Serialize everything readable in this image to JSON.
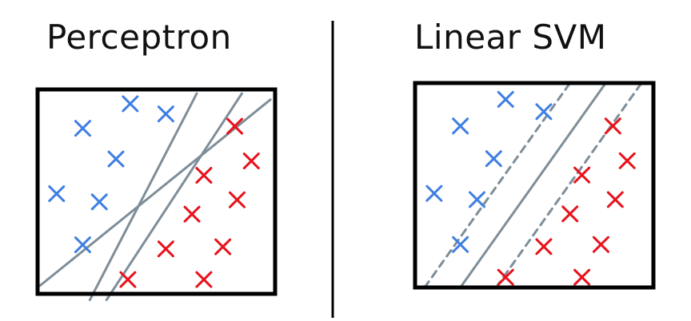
{
  "titles": {
    "left": "Perceptron",
    "right": "Linear SVM"
  },
  "colors": {
    "class_a": "#3f7fe3",
    "class_b": "#e8121c",
    "boundary": "#7e8e99",
    "frame": "#000000",
    "divider": "#000000"
  },
  "perceptron": {
    "class_a_points": [
      [
        0.39,
        0.07
      ],
      [
        0.54,
        0.12
      ],
      [
        0.19,
        0.19
      ],
      [
        0.33,
        0.34
      ],
      [
        0.08,
        0.51
      ],
      [
        0.26,
        0.55
      ],
      [
        0.19,
        0.76
      ]
    ],
    "class_b_points": [
      [
        0.83,
        0.18
      ],
      [
        0.9,
        0.35
      ],
      [
        0.7,
        0.42
      ],
      [
        0.84,
        0.54
      ],
      [
        0.65,
        0.61
      ],
      [
        0.54,
        0.78
      ],
      [
        0.78,
        0.77
      ],
      [
        0.38,
        0.93
      ],
      [
        0.7,
        0.93
      ]
    ],
    "lines": [
      [
        [
          0.22,
          1.03
        ],
        [
          0.67,
          0.02
        ]
      ],
      [
        [
          0.29,
          1.03
        ],
        [
          0.86,
          0.02
        ]
      ],
      [
        [
          0.01,
          0.96
        ],
        [
          0.98,
          0.05
        ]
      ]
    ]
  },
  "svm": {
    "class_a_points": [
      [
        0.38,
        0.08
      ],
      [
        0.54,
        0.14
      ],
      [
        0.19,
        0.21
      ],
      [
        0.33,
        0.37
      ],
      [
        0.08,
        0.54
      ],
      [
        0.26,
        0.57
      ],
      [
        0.19,
        0.79
      ]
    ],
    "class_b_points": [
      [
        0.83,
        0.21
      ],
      [
        0.89,
        0.38
      ],
      [
        0.7,
        0.45
      ],
      [
        0.84,
        0.57
      ],
      [
        0.65,
        0.64
      ],
      [
        0.54,
        0.8
      ],
      [
        0.78,
        0.79
      ],
      [
        0.38,
        0.95
      ],
      [
        0.7,
        0.95
      ]
    ],
    "center_line": [
      [
        0.19,
        1.0
      ],
      [
        0.8,
        0.0
      ]
    ],
    "margin_lines": [
      [
        [
          0.04,
          1.0
        ],
        [
          0.65,
          0.0
        ]
      ],
      [
        [
          0.34,
          1.0
        ],
        [
          0.95,
          0.0
        ]
      ]
    ]
  }
}
